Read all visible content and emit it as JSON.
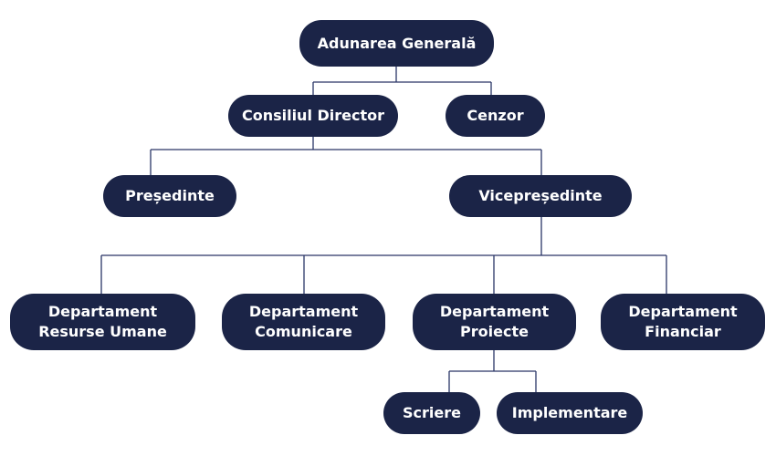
{
  "colors": {
    "node_fill": "#1b2447",
    "node_text": "#ffffff",
    "connector": "#2a3566",
    "background": "#ffffff"
  },
  "nodes": {
    "general_assembly": "Adunarea Generală",
    "board": "Consiliul Director",
    "auditor": "Cenzor",
    "president": "Președinte",
    "vice_president": "Vicepreședinte",
    "dept_hr": {
      "line1": "Departament",
      "line2": "Resurse Umane"
    },
    "dept_comm": {
      "line1": "Departament",
      "line2": "Comunicare"
    },
    "dept_projects": {
      "line1": "Departament",
      "line2": "Proiecte"
    },
    "dept_finance": {
      "line1": "Departament",
      "line2": "Financiar"
    },
    "writing": "Scriere",
    "implementation": "Implementare"
  }
}
